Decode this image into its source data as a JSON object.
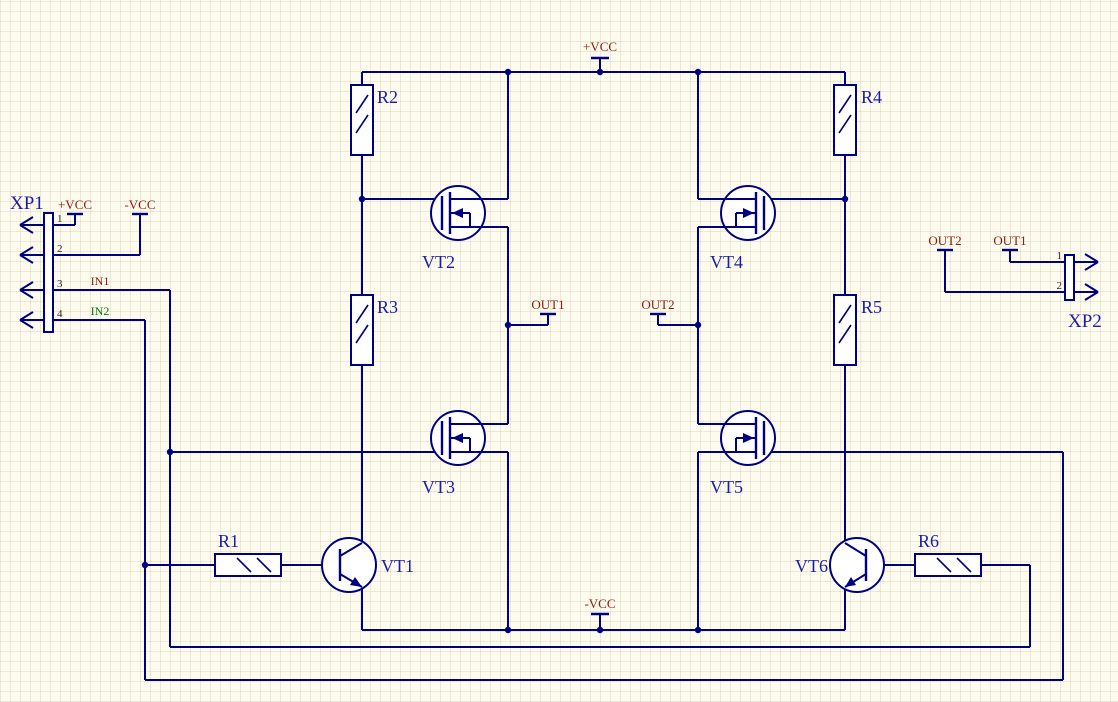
{
  "canvas": {
    "type": "schematic-sheet"
  },
  "colors": {
    "background": "#FDFBEE",
    "grid": "#AEA684",
    "wire": "#000080",
    "designator_text": "#1C1CA8",
    "power_net_text": "#8E1A0F",
    "in2_net_text": "#007A00",
    "pin_number_text": "#2A2A2A"
  },
  "designators": {
    "r1": "R1",
    "r2": "R2",
    "r3": "R3",
    "r4": "R4",
    "r5": "R5",
    "r6": "R6",
    "vt1": "VT1",
    "vt2": "VT2",
    "vt3": "VT3",
    "vt4": "VT4",
    "vt5": "VT5",
    "vt6": "VT6",
    "xp1": "XP1",
    "xp2": "XP2"
  },
  "power_ports": {
    "vcc_pos": "+VCC",
    "vcc_neg": "-VCC"
  },
  "net_ports": {
    "out1": "OUT1",
    "out2": "OUT2"
  },
  "net_labels": {
    "in1": "IN1",
    "in2": "IN2"
  },
  "pin_numbers": {
    "xp1": [
      "1",
      "2",
      "3",
      "4"
    ],
    "xp2": [
      "1",
      "2"
    ]
  }
}
